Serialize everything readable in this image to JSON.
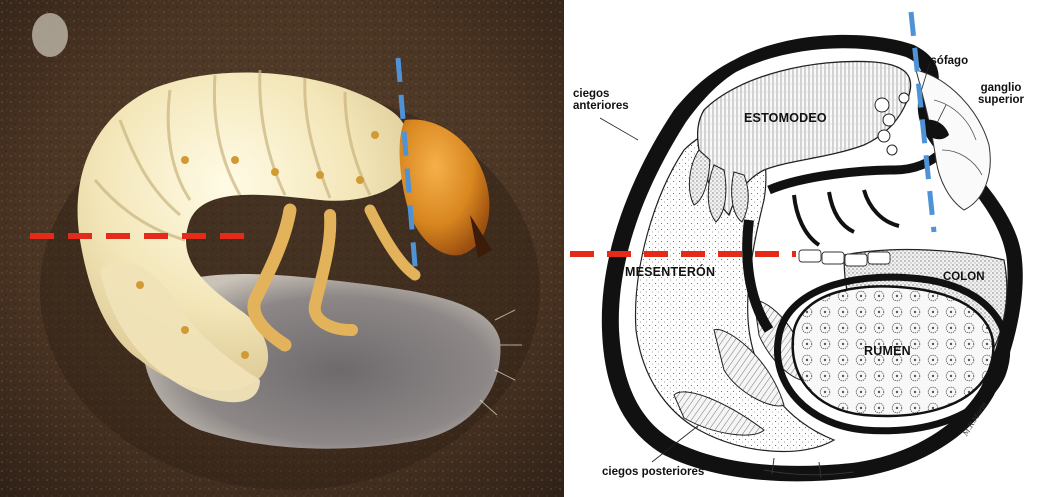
{
  "figure": {
    "photo_panel": {
      "subject": "grub larva in soil",
      "colors": {
        "soil": "#4a3423",
        "larva_body": "#f3e6b8",
        "head_capsule": "#d9871f"
      }
    },
    "diagram_panel": {
      "labels": {
        "ciegos_anteriores": "ciegos\nanteriores",
        "estomodeo": "ESTOMODEO",
        "esofago": "esófago",
        "ganglio_superior": "ganglio\nsuperior",
        "mesenteron": "MESENTERÓN",
        "colon": "COLON",
        "rumen": "RUMEN",
        "ciegos_posteriores": "ciegos posteriores"
      },
      "signature": "M.R.Morin"
    },
    "markers": {
      "red_dashed_line": "#e42b1a",
      "blue_dashed_line": "#4f93d6"
    }
  }
}
